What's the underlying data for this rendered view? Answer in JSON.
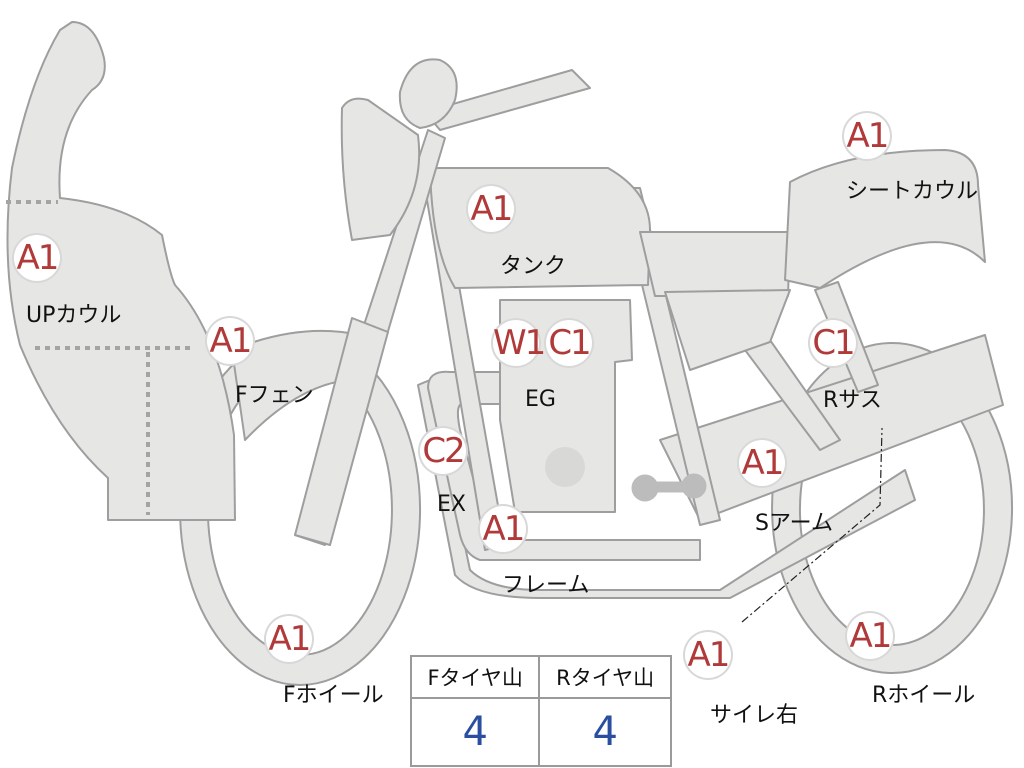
{
  "parts": [
    {
      "id": "up-cowl",
      "code": "A1",
      "label": "UPカウル"
    },
    {
      "id": "f-fender",
      "code": "A1",
      "label": "Fフェン"
    },
    {
      "id": "tank",
      "code": "A1",
      "label": "タンク"
    },
    {
      "id": "seat-cowl",
      "code": "A1",
      "label": "シートカウル"
    },
    {
      "id": "eg-w",
      "code": "W1",
      "label": ""
    },
    {
      "id": "eg-c",
      "code": "C1",
      "label": "EG"
    },
    {
      "id": "r-sus",
      "code": "C1",
      "label": "Rサス"
    },
    {
      "id": "ex",
      "code": "C2",
      "label": "EX"
    },
    {
      "id": "frame",
      "code": "A1",
      "label": "フレーム"
    },
    {
      "id": "s-arm",
      "code": "A1",
      "label": "Sアーム"
    },
    {
      "id": "f-wheel",
      "code": "A1",
      "label": "Fホイール"
    },
    {
      "id": "silencer-r",
      "code": "A1",
      "label": "サイレ右"
    },
    {
      "id": "r-wheel",
      "code": "A1",
      "label": "Rホイール"
    }
  ],
  "tyre_table": {
    "headers": [
      "Fタイヤ山",
      "Rタイヤ山"
    ],
    "values": [
      "4",
      "4"
    ]
  },
  "colors": {
    "body_fill": "#e6e6e4",
    "outline": "#9e9e9e",
    "code_text": "#b03a3a",
    "value_text": "#2a4fa0"
  }
}
